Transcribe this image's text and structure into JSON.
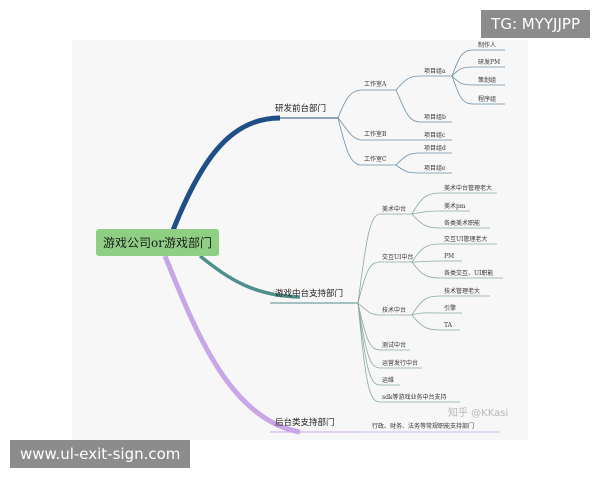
{
  "tags": {
    "top_right": "TG: MYYJJPP",
    "bottom_left": "www.ul-exit-sign.com"
  },
  "watermark": "知乎 @KKasi",
  "colors": {
    "branch1": "#1f4f86",
    "branch2": "#4f8f8c",
    "branch3": "#c9a6e6",
    "sub1": "#6a8fa8",
    "sub2": "#8aab9a",
    "root_fill": "#8fcf83"
  },
  "mindmap": {
    "root": "游戏公司or游戏部门",
    "branches": [
      {
        "label": "研发前台部门",
        "children": [
          {
            "label": "工作室A",
            "children": [
              {
                "label": "项目组a",
                "children": [
                  "制作人",
                  "研发PM",
                  "策划组",
                  "程序组"
                ]
              },
              {
                "label": "项目组b"
              }
            ]
          },
          {
            "label": "工作室B",
            "children": [
              {
                "label": "项目组c"
              }
            ]
          },
          {
            "label": "工作室C",
            "children": [
              {
                "label": "项目组d"
              },
              {
                "label": "项目组e"
              }
            ]
          }
        ]
      },
      {
        "label": "游戏中台支持部门",
        "children": [
          {
            "label": "美术中台",
            "children": [
              "美术中台管理老大",
              "美术pm",
              "各类美术职能"
            ]
          },
          {
            "label": "交互UI中台",
            "children": [
              "交互UI管理老大",
              "PM",
              "各类交互、UI职能"
            ]
          },
          {
            "label": "技术中台",
            "children": [
              "技术管理老大",
              "引擎",
              "TA"
            ]
          },
          {
            "label": "测试中台"
          },
          {
            "label": "运营发行中台"
          },
          {
            "label": "运维"
          },
          {
            "label": "sdk等游戏业务中台支持"
          }
        ]
      },
      {
        "label": "后台类支持部门",
        "children": [
          {
            "label": "行政、财务、法务等常规职能支持部门"
          }
        ]
      }
    ]
  }
}
